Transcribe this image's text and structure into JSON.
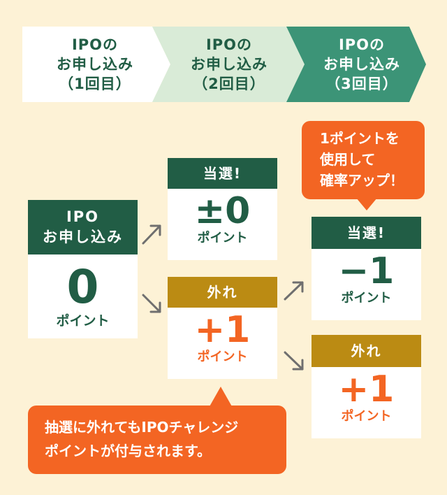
{
  "steps": [
    {
      "line1": "IPOの",
      "line2": "お申し込み",
      "line3": "（1回目）"
    },
    {
      "line1": "IPOの",
      "line2": "お申し込み",
      "line3": "（2回目）"
    },
    {
      "line1": "IPOの",
      "line2": "お申し込み",
      "line3": "（3回目）"
    }
  ],
  "start": {
    "title1": "IPO",
    "title2": "お申し込み",
    "value": "0",
    "unit": "ポイント"
  },
  "round2": {
    "win": {
      "label": "当選!",
      "value": "±0",
      "unit": "ポイント"
    },
    "lose": {
      "label": "外れ",
      "value": "+1",
      "unit": "ポイント"
    }
  },
  "round3": {
    "win": {
      "label": "当選!",
      "value": "−1",
      "unit": "ポイント"
    },
    "lose": {
      "label": "外れ",
      "value": "+1",
      "unit": "ポイント"
    }
  },
  "callout_top": {
    "line1": "1ポイントを",
    "line2": "使用して",
    "line3": "確率アップ！"
  },
  "callout_bottom": {
    "line1": "抽選に外れてもIPOチャレンジ",
    "line2": "ポイントが付与されます。"
  },
  "colors": {
    "bg": "#fdf2d6",
    "dark_green": "#215d45",
    "gold": "#bb8b13",
    "orange": "#f36523",
    "step1": "#ffffff",
    "step2": "#d9ebd7",
    "step3": "#3c9477"
  }
}
